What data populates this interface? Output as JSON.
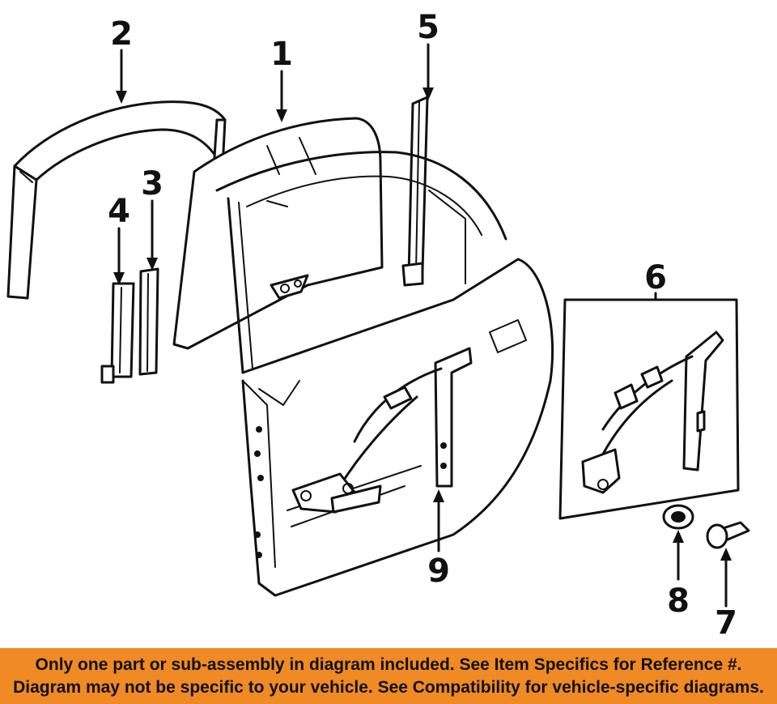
{
  "callouts": {
    "c1": "1",
    "c2": "2",
    "c3": "3",
    "c4": "4",
    "c5": "5",
    "c6": "6",
    "c7": "7",
    "c8": "8",
    "c9": "9"
  },
  "notice": {
    "line1": "Only one part or sub-assembly in diagram included. See Item Specifics for Reference #.",
    "line2": "Diagram may not be specific to your vehicle. See Compatibility for vehicle-specific diagrams."
  },
  "colors": {
    "banner_background": "#f08a24",
    "line": "#111111"
  }
}
